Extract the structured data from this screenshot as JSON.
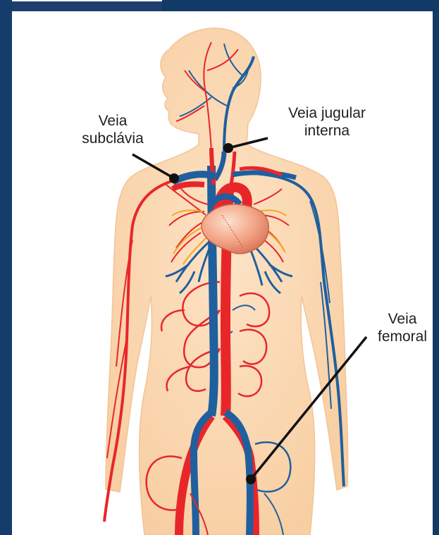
{
  "labels": {
    "subclavia": [
      "Veia",
      "subclávia"
    ],
    "jugular": [
      "Veia jugular",
      "interna"
    ],
    "femoral": [
      "Veia",
      "femoral"
    ]
  },
  "colors": {
    "frame": "#153d6b",
    "skin": "#fbd9b4",
    "vein": "#1f5f9e",
    "artery": "#e8262a",
    "heart": "#f4a489",
    "pointer": "#111111"
  }
}
